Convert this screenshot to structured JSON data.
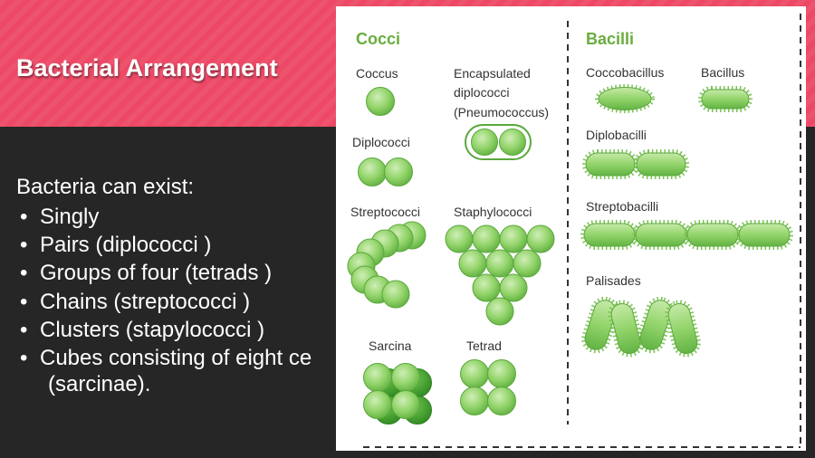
{
  "slide": {
    "title": "Bacterial Arrangement",
    "intro": "Bacteria can exist:",
    "bullets": [
      "Singly",
      "Pairs (diplococci )",
      "Groups of four (tetrads )",
      "Chains (streptococci )",
      "Clusters (stapylococci )",
      "Cubes consisting of eight ce"
    ],
    "bullet_continuation": "(sarcinae).",
    "bullet_symbol": "•"
  },
  "diagram": {
    "cocci_heading": "Cocci",
    "bacilli_heading": "Bacilli",
    "labels": {
      "coccus": "Coccus",
      "encapsulated_1": "Encapsulated",
      "encapsulated_2": "diplococci",
      "encapsulated_3": "(Pneumococcus)",
      "diplococci": "Diplococci",
      "streptococci": "Streptococci",
      "staphylococci": "Staphylococci",
      "sarcina": "Sarcina",
      "tetrad": "Tetrad",
      "coccobacillus": "Coccobacillus",
      "bacillus": "Bacillus",
      "diplobacilli": "Diplobacilli",
      "streptobacilli": "Streptobacilli",
      "palisades": "Palisades"
    }
  },
  "colors": {
    "band": "#ed4865",
    "background": "#262626",
    "heading_green": "#6aac3e",
    "cell_green": "#8fd46a",
    "cell_dark": "#3f9a2c"
  }
}
